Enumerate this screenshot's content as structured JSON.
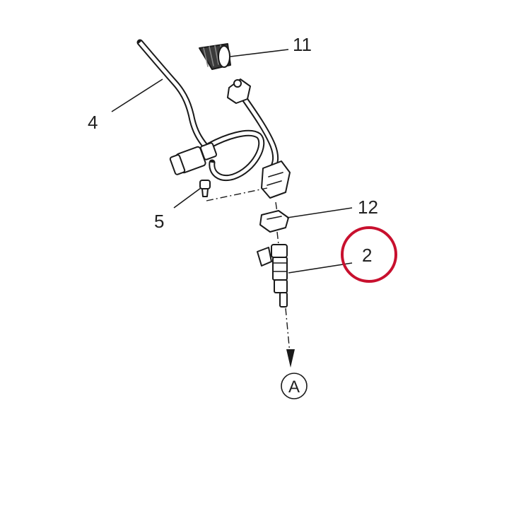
{
  "callouts": {
    "c11": "11",
    "c4": "4",
    "c5": "5",
    "c12": "12",
    "c2": "2"
  },
  "view_marker": "A",
  "highlight": {
    "target": "2",
    "color": "#c8102e"
  }
}
